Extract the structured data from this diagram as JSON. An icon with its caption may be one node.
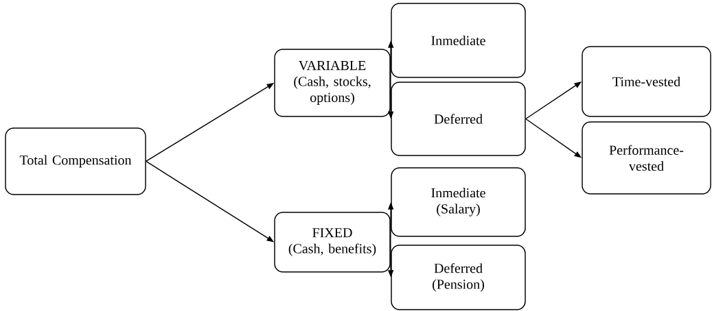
{
  "diagram": {
    "nodes": [
      {
        "text": [
          "Total Compensation"
        ]
      },
      {
        "text": [
          "VARIABLE",
          "(Cash, stocks, options)"
        ]
      },
      {
        "text": [
          "FIXED",
          "(Cash, benefits)"
        ]
      },
      {
        "text": [
          "Inmediate"
        ]
      },
      {
        "text": [
          "Deferred"
        ]
      },
      {
        "text": [
          "Inmediate (Salary)"
        ]
      },
      {
        "text": [
          "Deferred (Pension)"
        ]
      },
      {
        "text": [
          "Time-vested"
        ]
      },
      {
        "text": [
          "Performance-vested"
        ]
      }
    ],
    "edges": [
      {
        "from": 0,
        "to": 1,
        "arrow": "to"
      },
      {
        "from": 0,
        "to": 2,
        "arrow": "to"
      },
      {
        "from": 1,
        "to": 3,
        "arrow": "to"
      },
      {
        "from": 1,
        "to": 4,
        "arrow": "to"
      },
      {
        "from": 2,
        "to": 5,
        "arrow": "to"
      },
      {
        "from": 2,
        "to": 6,
        "arrow": "to"
      },
      {
        "from": 4,
        "to": 7,
        "arrow": "to"
      },
      {
        "from": 4,
        "to": 8,
        "arrow": "to"
      }
    ]
  }
}
